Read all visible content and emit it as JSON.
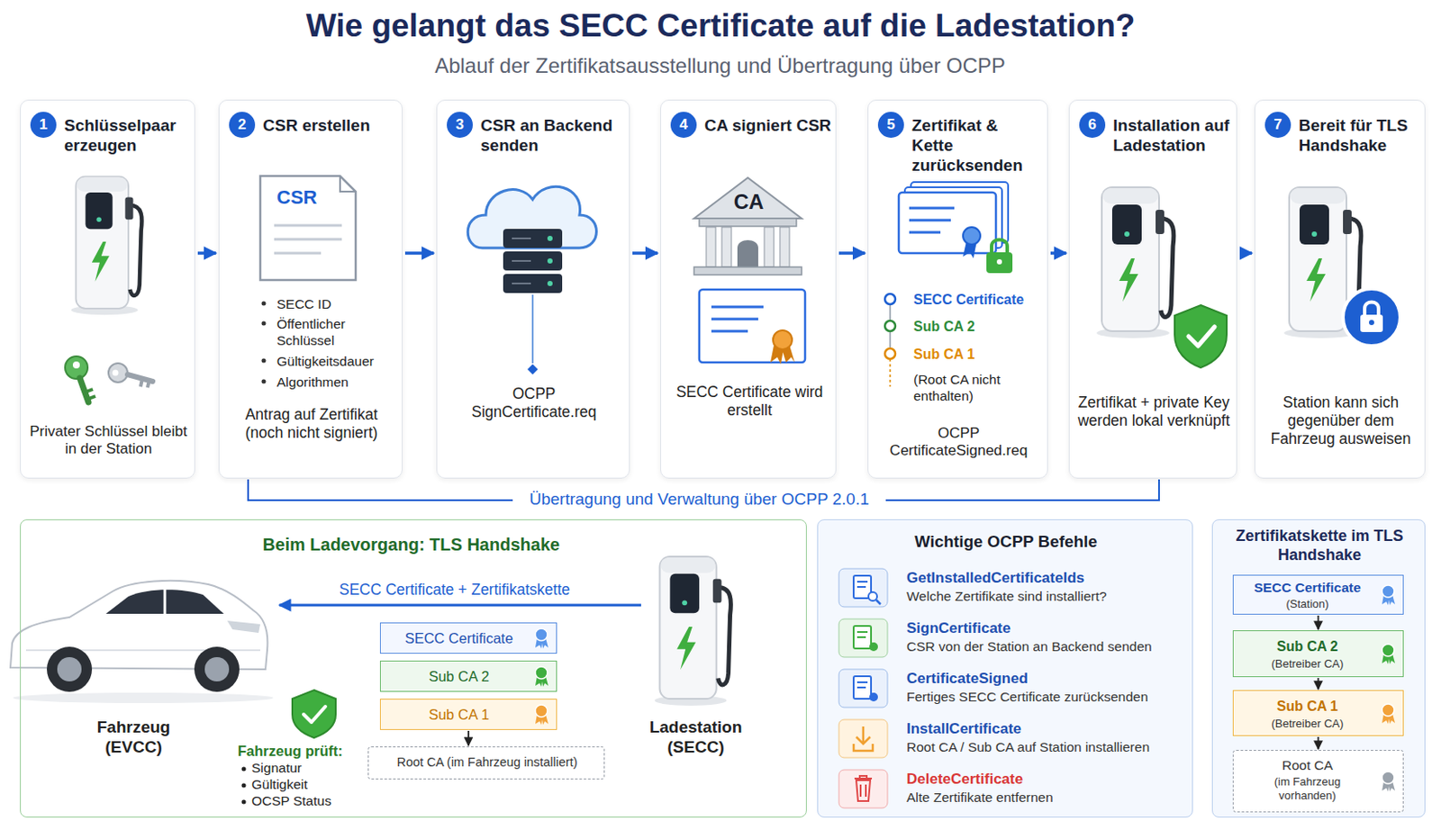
{
  "diagram": {
    "title": "Wie gelangt das SECC Certificate auf die Ladestation?",
    "nodes": [
      {
        "text": [
          "Schlüsselpaar erzeugen",
          "Privater Schlüssel bleibt in der Station"
        ]
      },
      {
        "text": [
          "CSR erstellen",
          "CSR",
          "SECC ID",
          "Öffentlicher Schlüssel",
          "Gültigkeitsdauer",
          "Algorithmen",
          "Antrag auf Zertifikat (noch nicht signiert)"
        ]
      },
      {
        "text": [
          "CSR an Backend senden",
          "OCPP SignCertificate.req"
        ]
      },
      {
        "text": [
          "CA signiert CSR",
          "CA",
          "SECC Certificate wird erstellt"
        ]
      },
      {
        "text": [
          "Zertifikat & Kette zurücksenden",
          "SECC Certificate",
          "Sub CA 2",
          "Sub CA 1",
          "(Root CA nicht enthalten)",
          "OCPP CertificateSigned.req"
        ]
      },
      {
        "text": [
          "Installation auf Ladestation",
          "Zertifikat + private Key werden lokal verknüpft"
        ]
      },
      {
        "text": [
          "Bereit für TLS Handshake",
          "Station kann sich gegenüber dem Fahrzeug ausweisen"
        ]
      },
      {
        "text": [
          "Beim Ladevorgang: TLS Handshake"
        ]
      },
      {
        "text": [
          "SECC Certificate"
        ],
        "in": 7
      },
      {
        "text": [
          "Sub CA 2"
        ],
        "in": 7
      },
      {
        "text": [
          "Sub CA 1"
        ],
        "in": 7
      },
      {
        "text": [
          "Root CA (im Fahrzeug installiert)"
        ],
        "in": 7
      },
      {
        "text": [
          "Wichtige OCPP Befehle"
        ]
      },
      {
        "text": [
          "Zertifikatskette im TLS Handshake"
        ]
      },
      {
        "text": [
          "SECC Certificate",
          "(Station)"
        ],
        "in": 13
      },
      {
        "text": [
          "Sub CA 2",
          "(Betreiber CA)"
        ],
        "in": 13
      },
      {
        "text": [
          "Sub CA 1",
          "(Betreiber CA)"
        ],
        "in": 13
      },
      {
        "text": [
          "Root CA",
          "(im Fahrzeug vorhanden)"
        ],
        "in": 13
      }
    ],
    "edges": [
      {
        "from": 0,
        "to": 1,
        "arrow": "to"
      },
      {
        "from": 1,
        "to": 2,
        "arrow": "to"
      },
      {
        "from": 2,
        "to": 3,
        "arrow": "to"
      },
      {
        "from": 3,
        "to": 4,
        "arrow": "to"
      },
      {
        "from": 4,
        "to": 5,
        "arrow": "to"
      },
      {
        "from": 5,
        "to": 6,
        "arrow": "to"
      },
      {
        "from": 10,
        "to": 11,
        "arrow": "to"
      },
      {
        "from": 14,
        "to": 15,
        "arrow": "to"
      },
      {
        "from": 15,
        "to": 16,
        "arrow": "to"
      },
      {
        "from": 16,
        "to": 17,
        "arrow": "to"
      }
    ],
    "labels": [
      "Ablauf der Zertifikatsausstellung und Übertragung über OCPP",
      "1",
      "2",
      "3",
      "4",
      "5",
      "6",
      "7",
      "Übertragung und Verwaltung über OCPP 2.0.1",
      "SECC Certificate + Zertifikatskette",
      "Fahrzeug (EVCC)",
      "Ladestation (SECC)",
      "Fahrzeug prüft:",
      "Signatur",
      "Gültigkeit",
      "OCSP Status",
      "GetInstalledCertificateIds",
      "Welche Zertifikate sind installiert?",
      "SignCertificate",
      "CSR von der Station an Backend senden",
      "CertificateSigned",
      "Fertiges SECC Certificate zurücksenden",
      "InstallCertificate",
      "Root CA / Sub CA auf Station installieren",
      "DeleteCertificate",
      "Alte Zertifikate entfernen"
    ]
  }
}
